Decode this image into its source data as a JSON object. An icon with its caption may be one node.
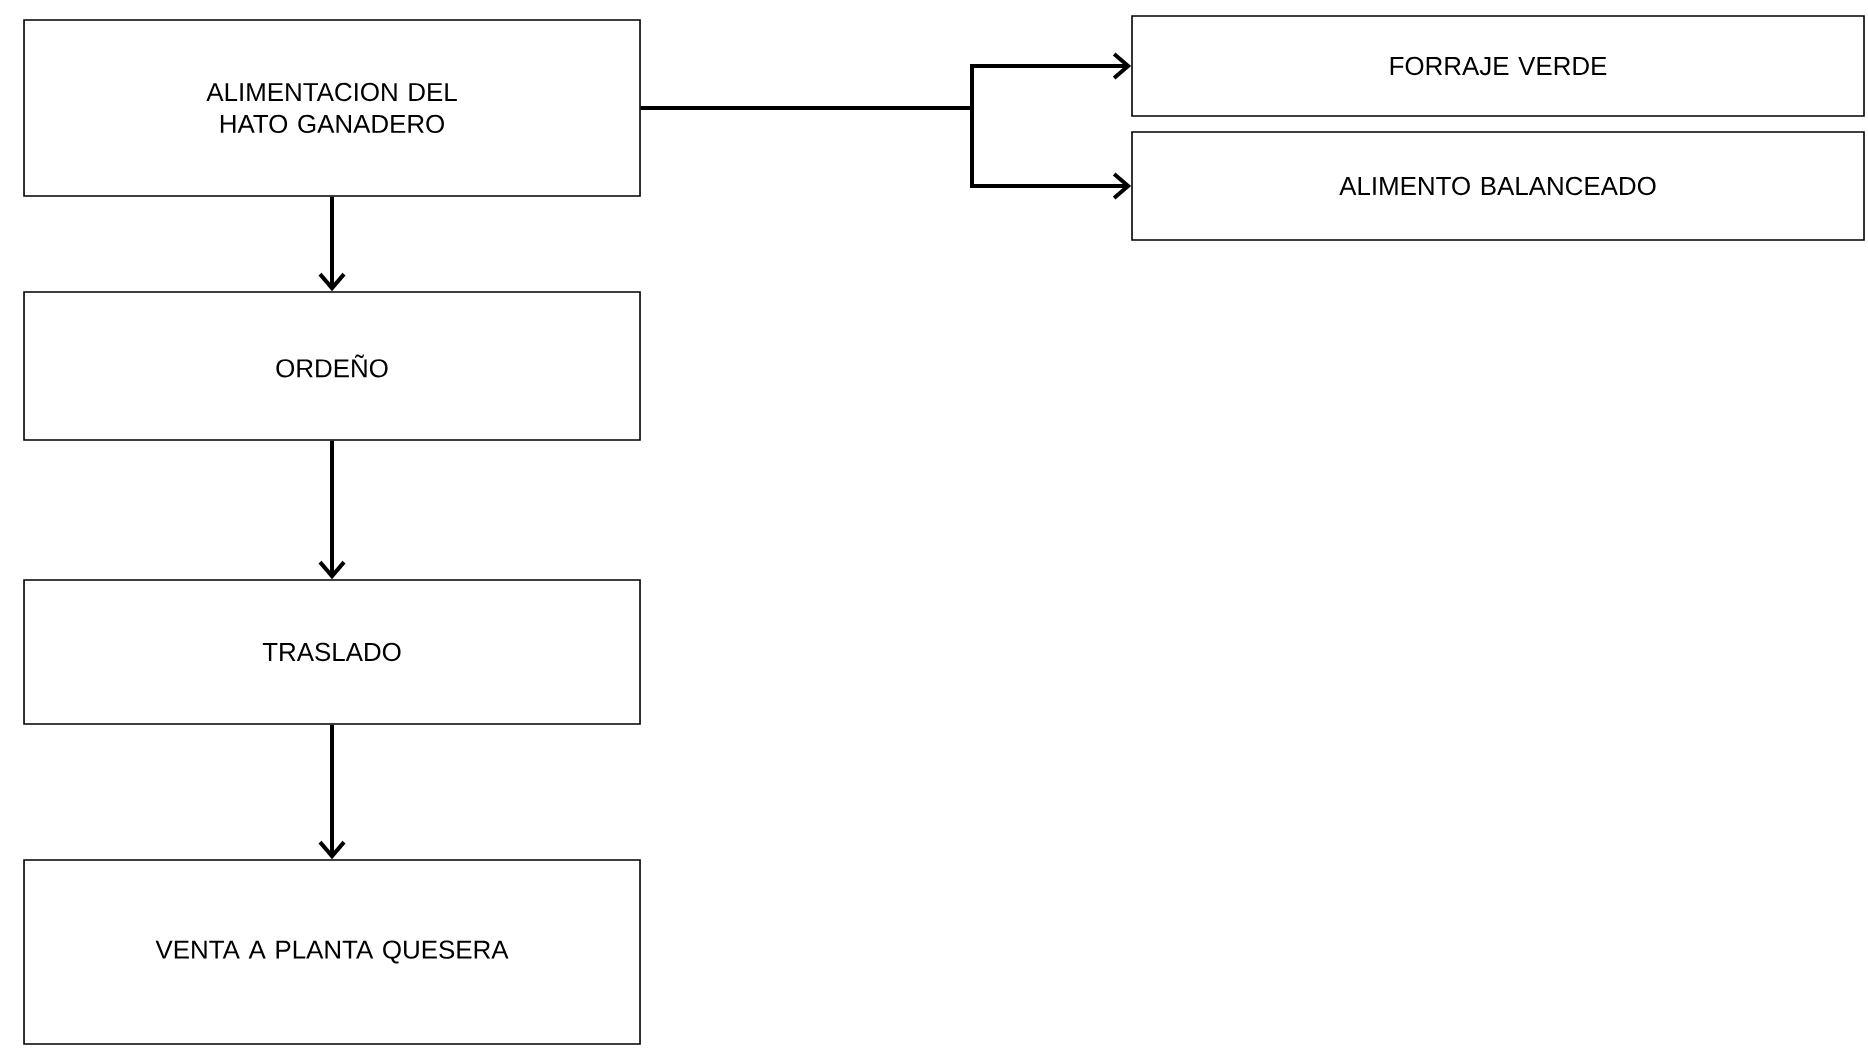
{
  "diagram": {
    "nodes": [
      {
        "text": [
          "ALIMENTACION DEL HATO GANADERO"
        ]
      },
      {
        "text": [
          "FORRAJE VERDE"
        ]
      },
      {
        "text": [
          "ALIMENTO BALANCEADO"
        ]
      },
      {
        "text": [
          "ORDEÑO"
        ]
      },
      {
        "text": [
          "TRASLADO"
        ]
      },
      {
        "text": [
          "VENTA A PLANTA QUESERA"
        ]
      }
    ],
    "edges": [
      {
        "from": 0,
        "to": 1,
        "arrow": "to"
      },
      {
        "from": 0,
        "to": 2,
        "arrow": "to"
      },
      {
        "from": 0,
        "to": 3,
        "arrow": "to"
      },
      {
        "from": 3,
        "to": 4,
        "arrow": "to"
      },
      {
        "from": 4,
        "to": 5,
        "arrow": "to"
      }
    ]
  }
}
